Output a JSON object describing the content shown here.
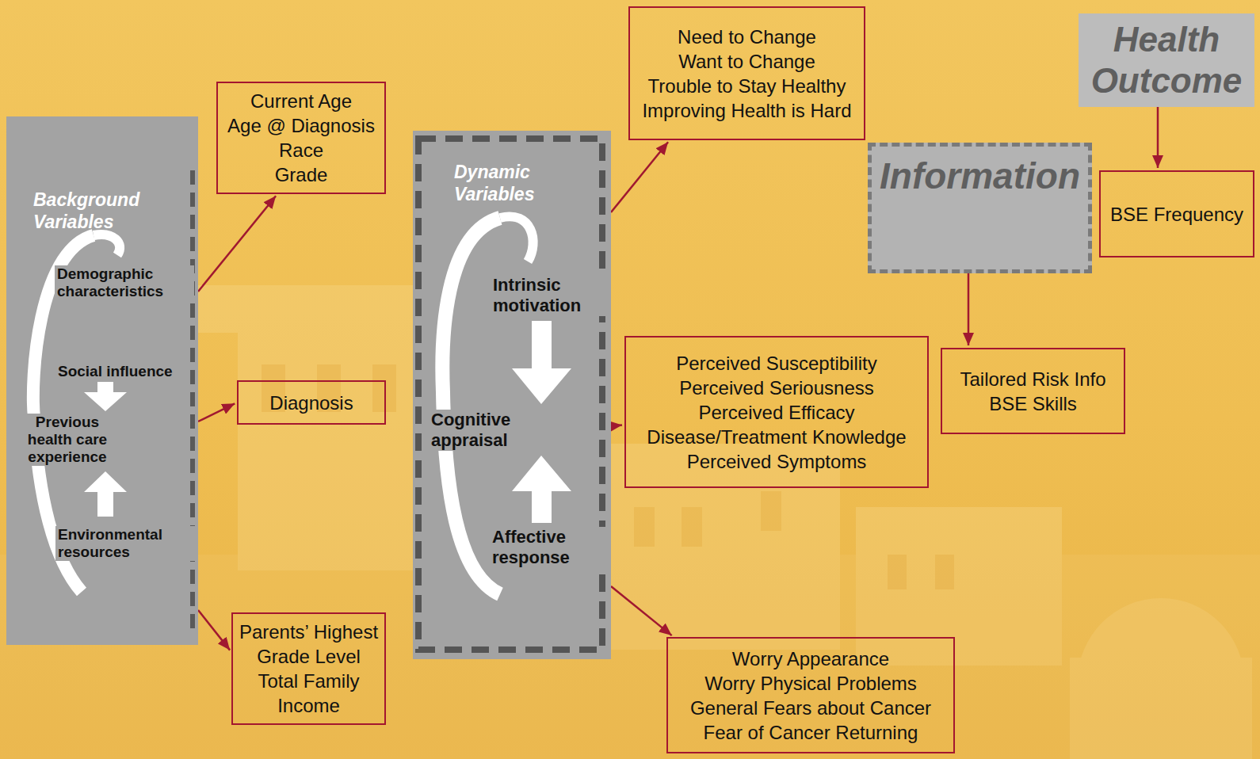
{
  "diagram": {
    "nodes": [
      {
        "text": [
          "Background Variables",
          "Demographic characteristics",
          "Social influence",
          "Previous health care experience",
          "Environmental resources"
        ]
      },
      {
        "text": [
          "Current Age",
          "Age @ Diagnosis",
          "Race",
          "Grade"
        ]
      },
      {
        "text": [
          "Diagnosis"
        ]
      },
      {
        "text": [
          "Parents’ Highest Grade Level",
          "Total Family Income"
        ]
      },
      {
        "text": [
          "Dynamic Variables",
          "Intrinsic motivation",
          "Cognitive appraisal",
          "Affective response"
        ]
      },
      {
        "text": [
          "Need to Change",
          "Want to Change",
          "Trouble to Stay Healthy",
          "Improving Health is Hard"
        ]
      },
      {
        "text": [
          "Perceived Susceptibility",
          "Perceived Seriousness",
          "Perceived Efficacy",
          "Disease/Treatment Knowledge",
          "Perceived Symptoms"
        ]
      },
      {
        "text": [
          "Worry Appearance",
          "Worry Physical Problems",
          "General Fears about Cancer",
          "Fear of Cancer Returning"
        ]
      },
      {
        "text": [
          "Information"
        ]
      },
      {
        "text": [
          "Tailored Risk Info",
          "BSE Skills"
        ]
      },
      {
        "text": [
          "Health Outcome"
        ]
      },
      {
        "text": [
          "BSE Frequency"
        ]
      }
    ],
    "edges": [
      {
        "from": 0,
        "to": 1,
        "arrow": "to"
      },
      {
        "from": 0,
        "to": 2,
        "arrow": "to"
      },
      {
        "from": 0,
        "to": 3,
        "arrow": "to"
      },
      {
        "from": 4,
        "to": 5,
        "arrow": "to"
      },
      {
        "from": 4,
        "to": 6,
        "arrow": "to"
      },
      {
        "from": 4,
        "to": 7,
        "arrow": "to"
      },
      {
        "from": 8,
        "to": 9,
        "arrow": "to"
      },
      {
        "from": 10,
        "to": 11,
        "arrow": "to"
      }
    ]
  }
}
